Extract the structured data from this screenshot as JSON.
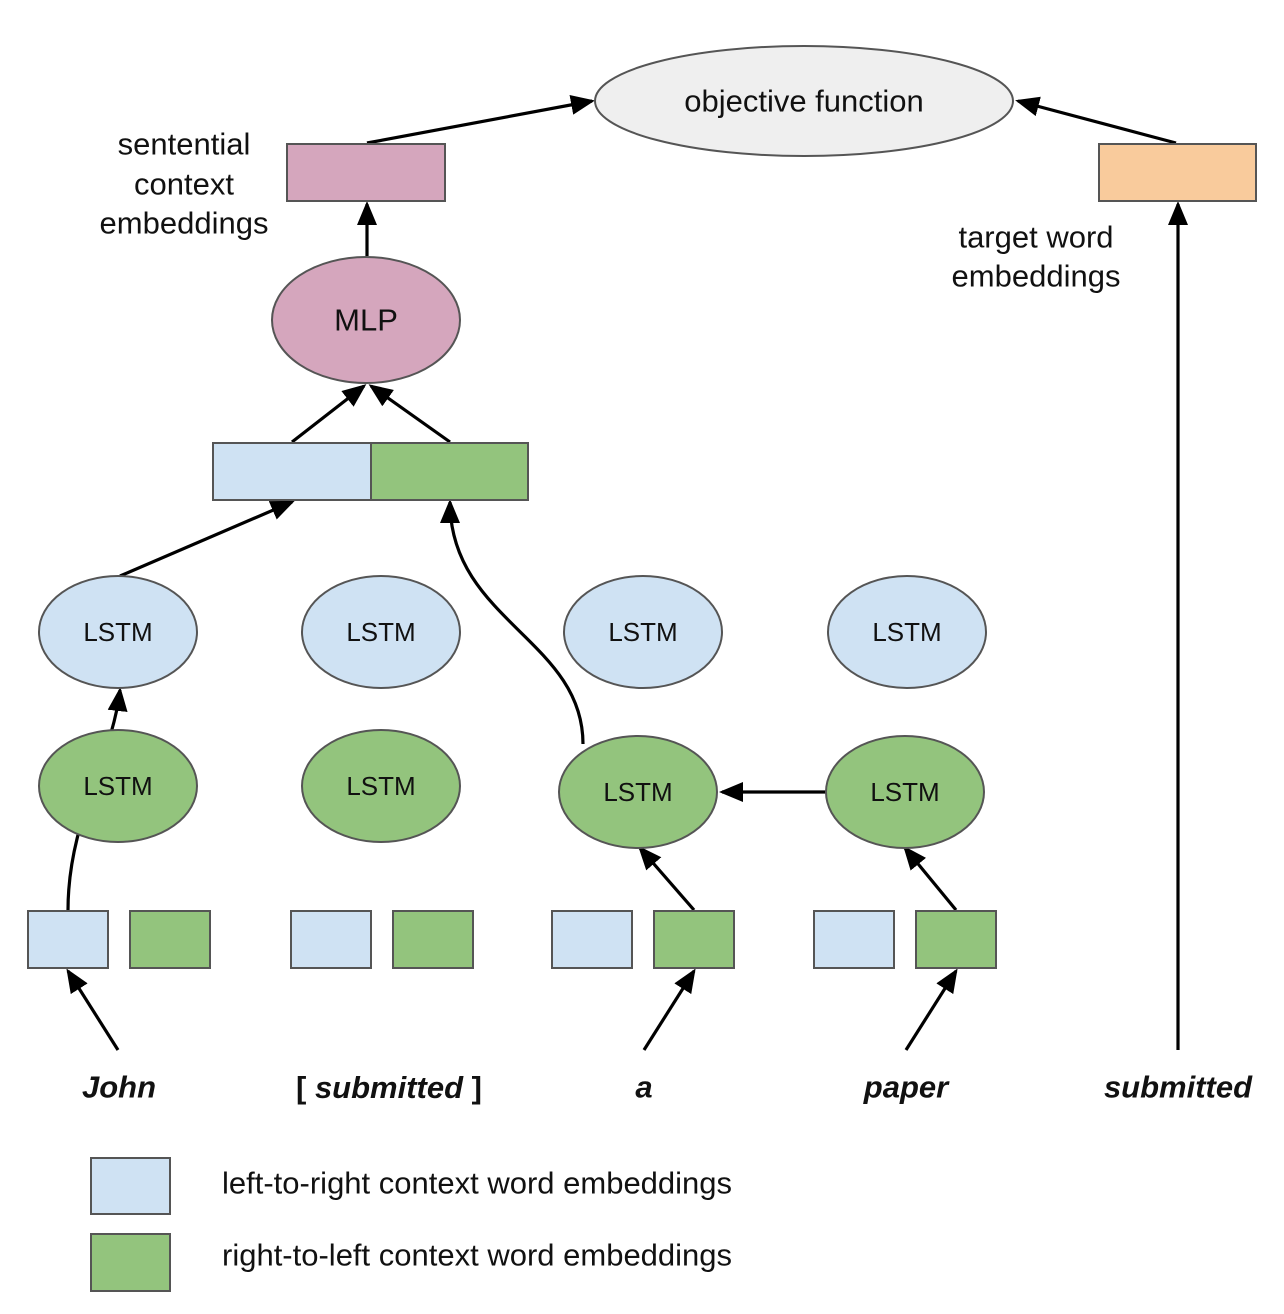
{
  "colors": {
    "left_to_right": "#cfe2f3",
    "right_to_left": "#93c47d",
    "sentential": "#d5a6bd",
    "target": "#f9cb9c",
    "objective": "#efefef",
    "stroke": "#555555"
  },
  "nodes": {
    "objective_function": "objective function",
    "mlp": "MLP",
    "lstm": "LSTM"
  },
  "labels": {
    "sentential_line1": "sentential",
    "sentential_line2": "context",
    "sentential_line3": "embeddings",
    "target_line1": "target word",
    "target_line2": "embeddings"
  },
  "words": {
    "john": "John",
    "submitted_open": "[ ",
    "submitted_middle": "submitted",
    "submitted_close": " ]",
    "a": "a",
    "paper": "paper",
    "target": "submitted"
  },
  "legend": [
    {
      "label": "left-to-right context word embeddings",
      "color": "#cfe2f3"
    },
    {
      "label": "right-to-left context word embeddings",
      "color": "#93c47d"
    }
  ]
}
